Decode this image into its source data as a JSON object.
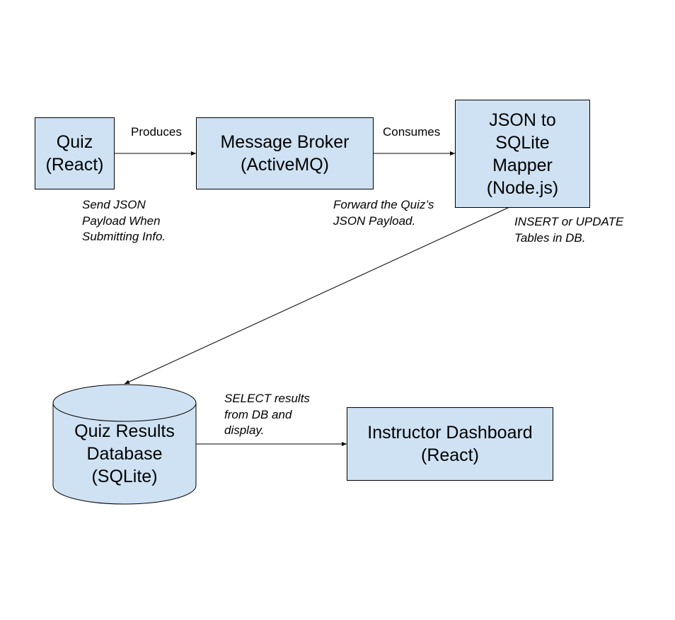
{
  "nodes": {
    "quiz": "Quiz\n(React)",
    "broker": "Message Broker\n(ActiveMQ)",
    "mapper": "JSON to\nSQLite\nMapper\n(Node.js)",
    "database": "Quiz Results\nDatabase\n(SQLite)",
    "dashboard": "Instructor Dashboard\n(React)"
  },
  "edges": {
    "produces": "Produces",
    "consumes": "Consumes"
  },
  "notes": {
    "quiz_note": "Send JSON\nPayload When\nSubmitting Info.",
    "broker_note": "Forward the Quiz’s\nJSON Payload.",
    "mapper_note": "INSERT or UPDATE\nTables in DB.",
    "db_note": "SELECT results\nfrom DB and\ndisplay."
  },
  "colors": {
    "box_fill": "#cfe2f3",
    "stroke": "#000000"
  }
}
